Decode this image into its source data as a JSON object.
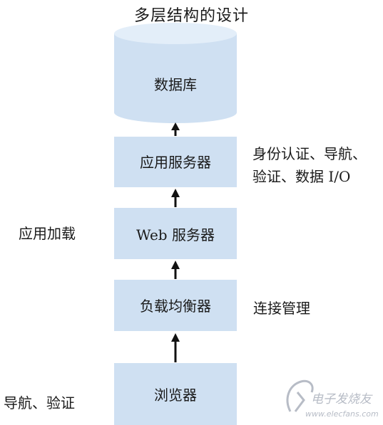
{
  "title": "多层结构的设计",
  "layers": {
    "database": "数据库",
    "app_server": "应用服务器",
    "web_server": "Web 服务器",
    "load_balancer": "负载均衡器",
    "browser": "浏览器"
  },
  "annotations": {
    "app_server_line1": "身份认证、导航、",
    "app_server_line2": "验证、数据 I/O",
    "web_server": "应用加载",
    "load_balancer": "连接管理",
    "browser": "导航、验证"
  },
  "watermark": {
    "brand": "电子发烧友",
    "url": "www.elecfans.com"
  },
  "colors": {
    "box_fill": "#cfe0f2",
    "cylinder_top": "#e3eef9",
    "arrow": "#111111"
  }
}
